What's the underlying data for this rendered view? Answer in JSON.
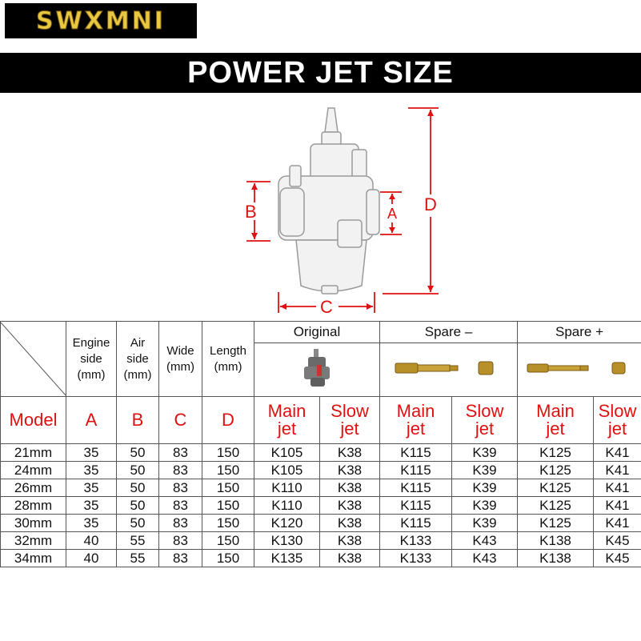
{
  "logo": {
    "text": "SWXMNI"
  },
  "banner": {
    "title": "POWER JET SIZE"
  },
  "diagram": {
    "labels": {
      "a": "A",
      "b": "B",
      "c": "C",
      "d": "D"
    }
  },
  "table": {
    "groups": {
      "original": "Original",
      "spare_minus": "Spare –",
      "spare_plus": "Spare +"
    },
    "headers": {
      "engine": [
        "Engine",
        "side",
        "(mm)"
      ],
      "air": [
        "Air",
        "side",
        "(mm)"
      ],
      "wide": [
        "Wide",
        "(mm)"
      ],
      "length": [
        "Length",
        "(mm)"
      ]
    },
    "red_headers": {
      "model": "Model",
      "a": "A",
      "b": "B",
      "c": "C",
      "d": "D",
      "main_jet": [
        "Main",
        "jet"
      ],
      "slow_jet": [
        "Slow",
        "jet"
      ]
    },
    "rows": [
      [
        "21mm",
        "35",
        "50",
        "83",
        "150",
        "K105",
        "K38",
        "K115",
        "K39",
        "K125",
        "K41"
      ],
      [
        "24mm",
        "35",
        "50",
        "83",
        "150",
        "K105",
        "K38",
        "K115",
        "K39",
        "K125",
        "K41"
      ],
      [
        "26mm",
        "35",
        "50",
        "83",
        "150",
        "K110",
        "K38",
        "K115",
        "K39",
        "K125",
        "K41"
      ],
      [
        "28mm",
        "35",
        "50",
        "83",
        "150",
        "K110",
        "K38",
        "K115",
        "K39",
        "K125",
        "K41"
      ],
      [
        "30mm",
        "35",
        "50",
        "83",
        "150",
        "K120",
        "K38",
        "K115",
        "K39",
        "K125",
        "K41"
      ],
      [
        "32mm",
        "40",
        "55",
        "83",
        "150",
        "K130",
        "K38",
        "K133",
        "K43",
        "K138",
        "K45"
      ],
      [
        "34mm",
        "40",
        "55",
        "83",
        "150",
        "K135",
        "K38",
        "K133",
        "K43",
        "K138",
        "K45"
      ]
    ]
  },
  "colors": {
    "accent_red": "#e01010",
    "brass": "#b8902a",
    "banner_bg": "#000000"
  }
}
